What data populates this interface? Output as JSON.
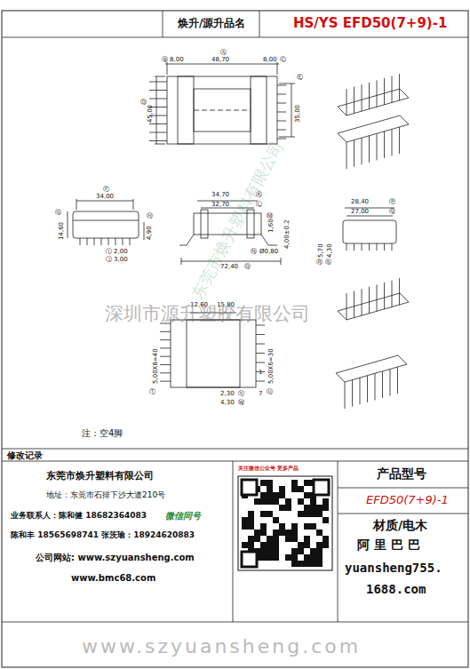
{
  "diagram": {
    "title": "HS/YS EFD50(7+9)-1",
    "labels": [
      "焕升/源升品名",
      "Ⓐ",
      "48,70",
      "Ⓑ",
      "8,00",
      "8,00",
      "Ⓒ",
      "Ⓓ",
      "45,00",
      "35,00",
      "Ⓔ",
      "Ⓕ",
      "34,00",
      "Ⓖ",
      "14,60",
      "4,90",
      "Ⓗ",
      "2,00",
      "3,00",
      "Ⓘ",
      "Ⓙ",
      "34,70",
      "Ⓚ",
      "32,70",
      "Ⓛ",
      "1,60",
      "Ⓜ",
      "4,00±0.2",
      "Ⓝ",
      "Ø0,80",
      "72,40",
      "Ⓞ",
      "28,40",
      "Ⓟ",
      "27,00",
      "Ⓠ",
      "5,70",
      "4,30",
      "Ⓡ",
      "Ⓢ",
      "15,80",
      "12,60",
      "5,00X8=40",
      "Ⓣ",
      "5,00X6=30",
      "Ⓤ",
      "1",
      "7",
      "2,30",
      "Ⓥ",
      "4,30",
      "Ⓦ",
      "深圳市源升塑胶有限公司",
      "东莞市焕升塑料有限公司",
      "注：空4脚",
      "修改记录",
      "东莞市焕升塑料有限公司",
      "地址：东莞市石排下沙大道210号",
      "业务联系人：陈和健 18682364083",
      "微信同号",
      "陈和丰 18565698741 张茨瑜：18924620883",
      "公司网站: www.szyuansheng.com",
      "www.bmc68.com",
      "关注微信公众号 更多产品",
      "产品型号",
      "EFD50(7+9)-1",
      "材质/电木",
      "阿 里 巴 巴",
      "yuansheng755.",
      "1688.com",
      "www.szyuansheng.com"
    ]
  }
}
